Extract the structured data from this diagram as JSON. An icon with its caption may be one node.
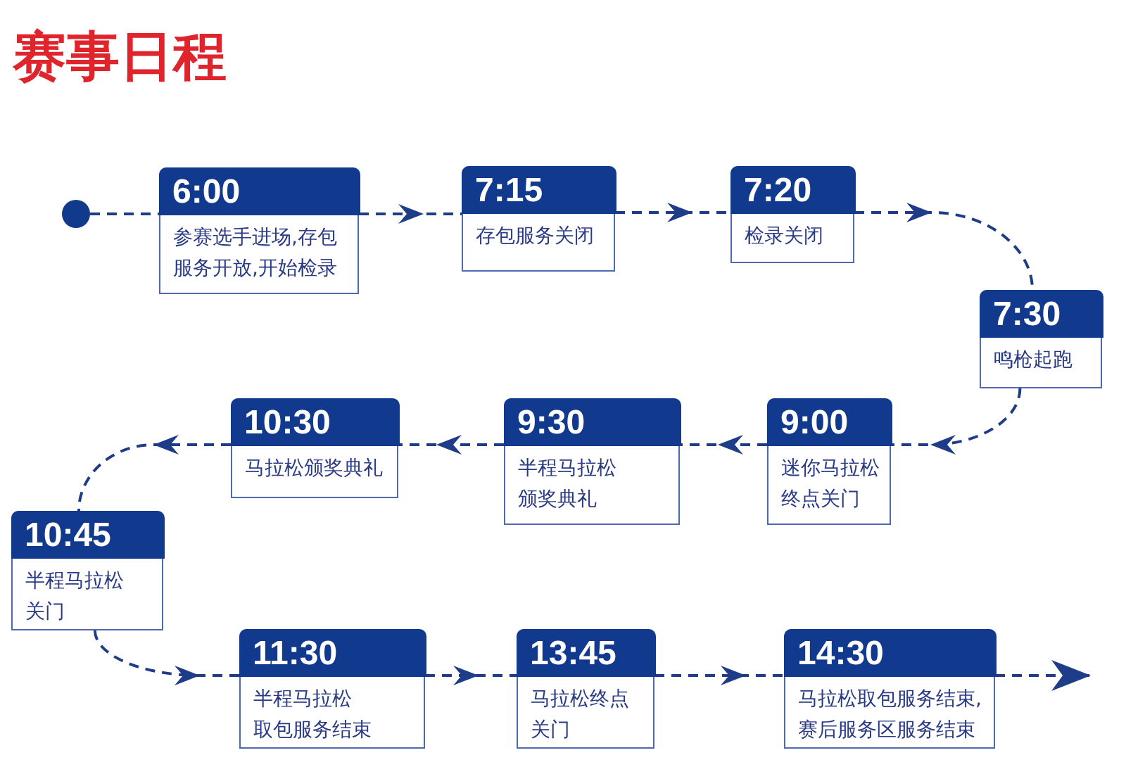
{
  "diagram": {
    "title": "赛事日程",
    "nodes": [
      {
        "text": [],
        "shape": "circle"
      },
      {
        "text": [
          "6:00",
          "参赛选手进场,存包服务开放,开始检录"
        ]
      },
      {
        "text": [
          "7:15",
          "存包服务关闭"
        ]
      },
      {
        "text": [
          "7:20",
          "检录关闭"
        ]
      },
      {
        "text": [
          "7:30",
          "鸣枪起跑"
        ]
      },
      {
        "text": [
          "9:00",
          "迷你马拉松终点关门"
        ]
      },
      {
        "text": [
          "9:30",
          "半程马拉松颁奖典礼"
        ]
      },
      {
        "text": [
          "10:30",
          "马拉松颁奖典礼"
        ]
      },
      {
        "text": [
          "10:45",
          "半程马拉松关门"
        ]
      },
      {
        "text": [
          "11:30",
          "半程马拉松取包服务结束"
        ]
      },
      {
        "text": [
          "13:45",
          "马拉松终点关门"
        ]
      },
      {
        "text": [
          "14:30",
          "马拉松取包服务结束,赛后服务区服务结束"
        ]
      }
    ],
    "edges": [
      {
        "from": 0,
        "to": 1,
        "arrow": "none"
      },
      {
        "from": 1,
        "to": 2,
        "arrow": "to"
      },
      {
        "from": 2,
        "to": 3,
        "arrow": "to"
      },
      {
        "from": 3,
        "to": 4,
        "arrow": "to"
      },
      {
        "from": 4,
        "to": 5,
        "arrow": "to"
      },
      {
        "from": 5,
        "to": 6,
        "arrow": "to"
      },
      {
        "from": 6,
        "to": 7,
        "arrow": "to"
      },
      {
        "from": 7,
        "to": 8,
        "arrow": "to"
      },
      {
        "from": 8,
        "to": 9,
        "arrow": "to"
      },
      {
        "from": 9,
        "to": 10,
        "arrow": "to"
      },
      {
        "from": 10,
        "to": 11,
        "arrow": "to"
      },
      {
        "from": 11,
        "to": null,
        "arrow": "to"
      }
    ]
  }
}
